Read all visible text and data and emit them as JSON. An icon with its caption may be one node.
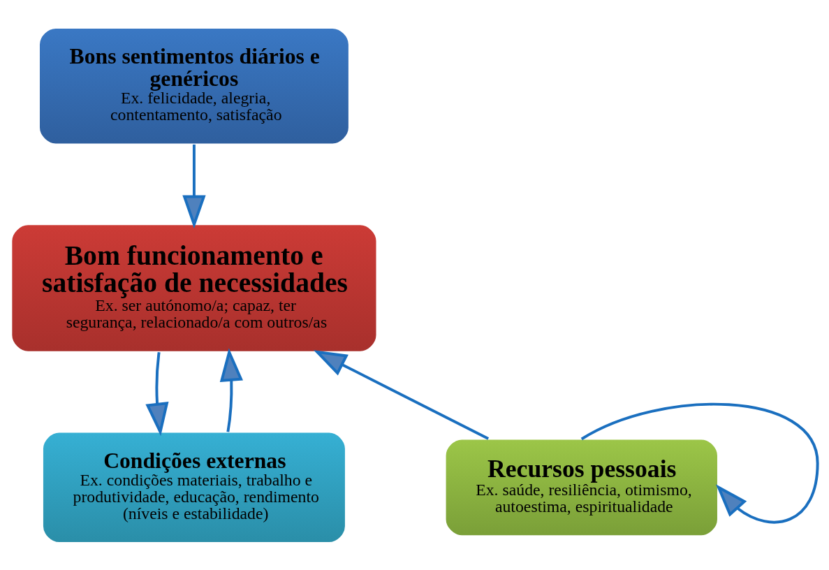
{
  "diagram": {
    "nodes": [
      {
        "text": [
          "Bons sentimentos diários e genéricos",
          "Ex. felicidade, alegria, contentamento, satisfação"
        ]
      },
      {
        "text": [
          "Bom funcionamento e satisfação de necessidades",
          "Ex. ser autónomo/a; capaz, ter segurança, relacionado/a com outros/as"
        ]
      },
      {
        "text": [
          "Condições externas",
          "Ex. condições materiais, trabalho e produtividade, educação, rendimento (níveis e estabilidade)"
        ]
      },
      {
        "text": [
          "Recursos pessoais",
          "Ex. saúde, resiliência, otimismo, autoestima, espiritualidade"
        ]
      }
    ],
    "edges": [
      {
        "from": 0,
        "to": 1,
        "arrow": "to"
      },
      {
        "from": 1,
        "to": 2,
        "arrow": "to"
      },
      {
        "from": 2,
        "to": 1,
        "arrow": "to"
      },
      {
        "from": 3,
        "to": 1,
        "arrow": "to"
      },
      {
        "from": 3,
        "to": 3,
        "arrow": "to"
      }
    ]
  }
}
